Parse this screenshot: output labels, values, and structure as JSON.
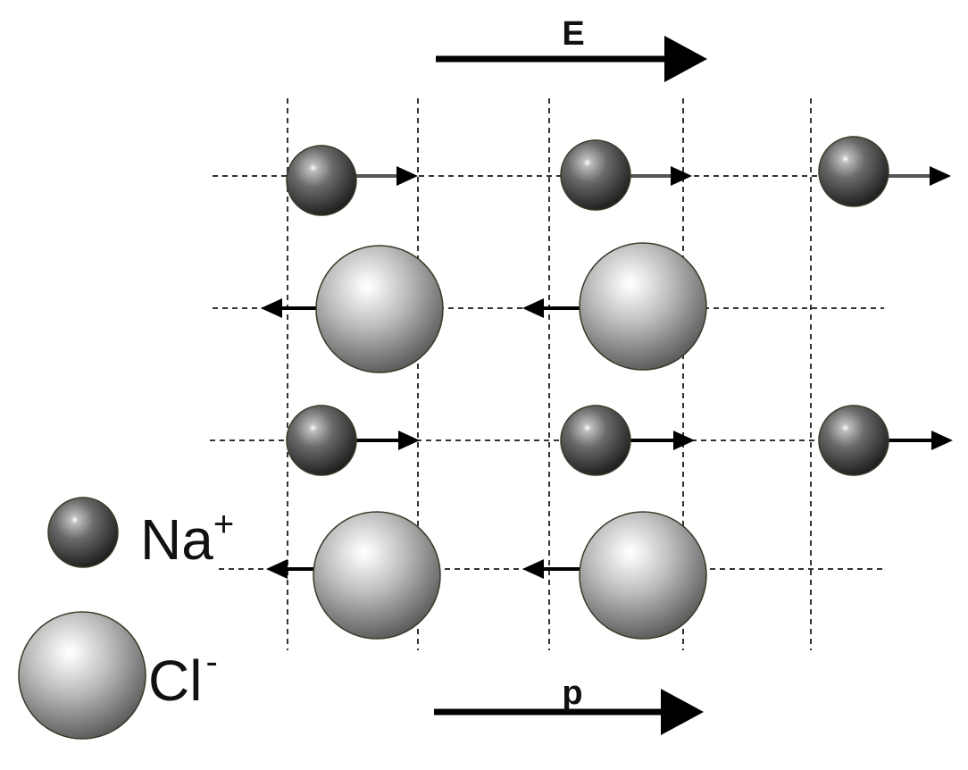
{
  "field_label": "E",
  "polarization_label": "p",
  "legend": {
    "na": {
      "text": "Na",
      "charge": "+"
    },
    "cl": {
      "text": "Cl",
      "charge": "-"
    }
  },
  "lattice": {
    "rows": [
      {
        "ion": "na",
        "columns": 3,
        "displacement": "right"
      },
      {
        "ion": "cl",
        "columns": 2,
        "displacement": "left"
      },
      {
        "ion": "na",
        "columns": 3,
        "displacement": "right"
      },
      {
        "ion": "cl",
        "columns": 2,
        "displacement": "left"
      }
    ]
  },
  "colors": {
    "na_dark": "#2b2b2b",
    "na_light": "#8a8a8a",
    "cl_dark": "#5a5a5a",
    "cl_light": "#f2f2f2",
    "arrow": "#000000",
    "grid": "#333333"
  }
}
